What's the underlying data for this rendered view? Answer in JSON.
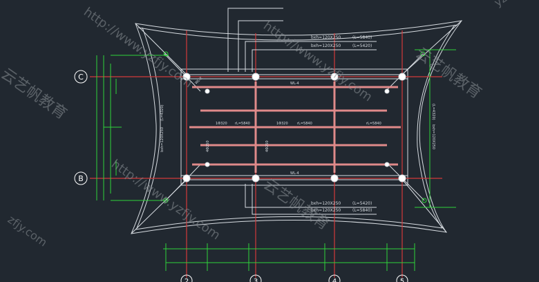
{
  "colors": {
    "background": "#212830",
    "structure": "#d8dde2",
    "beam": "#e08a8a",
    "grid_axis": "#d43a3a",
    "dimension": "#2fd43a",
    "marker": "#2fd43a",
    "watermark": "#8a9096"
  },
  "axis_labels": {
    "left_top": "C",
    "left_bottom": "B",
    "bottom": [
      "2",
      "3",
      "4",
      "5"
    ]
  },
  "leader_notes": {
    "top_1": "bxh=120X250",
    "top_1_len": "(L=5840)",
    "top_2": "bxh=120X250",
    "top_2_len": "(L=5420)",
    "bottom_1": "bxh=120X250",
    "bottom_1_len": "(L=5420)",
    "bottom_2": "bxh=120X250",
    "bottom_2_len": "(L=5840)"
  },
  "beam_labels": {
    "wl_top": "WL-4",
    "wl_bottom": "WL-4",
    "mid_a": "1Φ320",
    "mid_b": "rL=5840",
    "mid_c": "1Φ320",
    "mid_d": "rL=5840",
    "mid_e": "rL=5840",
    "side_left_1": "(L=4320)",
    "side_left_2": "bxh=120X250",
    "side_right_1": "(L=4320)",
    "side_right_2": "bxh=120X250",
    "vert_1": "4Φ250",
    "vert_2": "4Φ250",
    "diag": "WL-2"
  },
  "watermarks": {
    "url": "http://www.yzfjy.com",
    "brand": "云艺帆教育",
    "corner_top_right": "yzfjy",
    "corner_bottom_left": "zfjy.com"
  }
}
